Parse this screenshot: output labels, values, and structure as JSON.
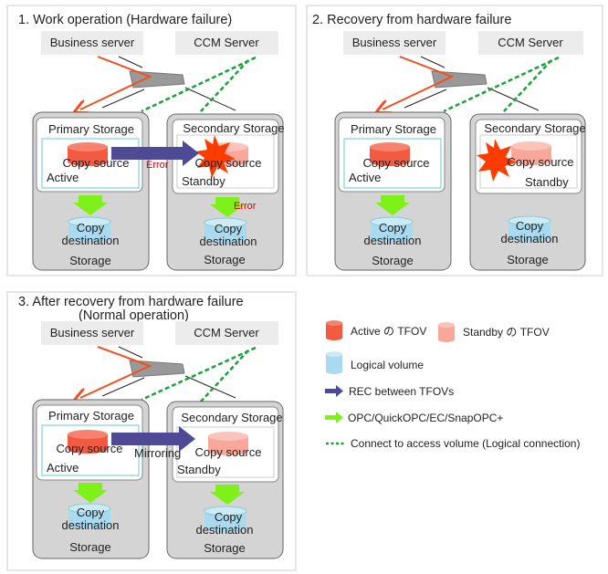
{
  "colors": {
    "active_tfov": "#f25a41",
    "standby_tfov": "#f8a79a",
    "logical_volume": "#a9daf0",
    "rec_arrow": "#4f4a96",
    "opc_arrow": "#7ef01a",
    "logical_connection": "#1aa23a",
    "business_link": "#f0501e",
    "burst": "#ff3c00",
    "storage_box": "#d4d4d4",
    "server_box": "#ececec"
  },
  "panels": [
    {
      "title": "1. Work operation (Hardware failure)",
      "business_server": "Business server",
      "ccm_server": "CCM Server",
      "primary_label": "Primary Storage",
      "secondary_label": "Secondary Storage",
      "primary_source": "Copy source",
      "primary_state": "Active",
      "secondary_source": "Copy source",
      "secondary_state": "Standby",
      "rec_label": "Error",
      "opc_error": "Error",
      "dest_line1": "Copy",
      "dest_line2": "destination",
      "storage": "Storage"
    },
    {
      "title": "2. Recovery from hardware failure",
      "business_server": "Business server",
      "ccm_server": "CCM Server",
      "primary_label": "Primary Storage",
      "secondary_label": "Secondary Storage",
      "primary_source": "Copy source",
      "primary_state": "Active",
      "secondary_source": "Copy source",
      "secondary_state": "Standby",
      "dest_line1": "Copy",
      "dest_line2": "destination",
      "storage": "Storage"
    },
    {
      "title": "3. After recovery from hardware failure",
      "subtitle": "(Normal operation)",
      "business_server": "Business server",
      "ccm_server": "CCM Server",
      "primary_label": "Primary Storage",
      "secondary_label": "Secondary Storage",
      "primary_source": "Copy source",
      "primary_state": "Active",
      "secondary_source": "Copy source",
      "secondary_state": "Standby",
      "rec_label": "Mirroring",
      "dest_line1": "Copy",
      "dest_line2": "destination",
      "storage": "Storage"
    }
  ],
  "legend": {
    "active": "Active の TFOV",
    "standby": "Standby の TFOV",
    "logical": "Logical volume",
    "rec": "REC between TFOVs",
    "opc": "OPC/QuickOPC/EC/SnapOPC+",
    "connection": "Connect to access volume (Logical connection)"
  }
}
